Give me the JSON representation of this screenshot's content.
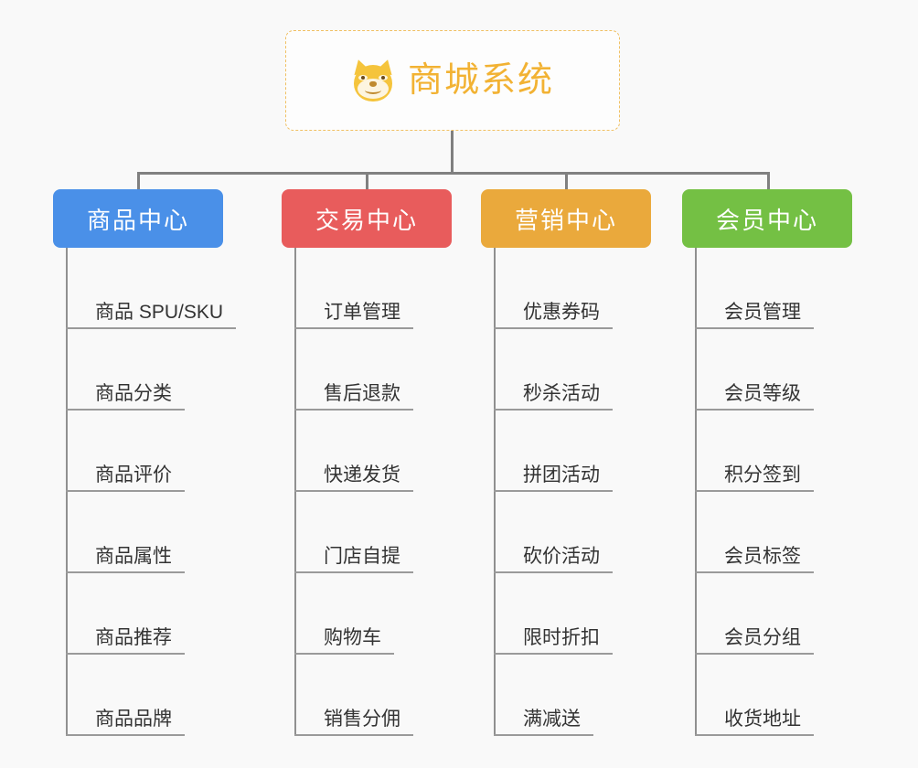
{
  "root": {
    "title": "商城系统",
    "icon": "shiba-dog-icon",
    "border_color": "#f0c063",
    "text_color": "#f2b233"
  },
  "theme": {
    "background": "#f9f9f9",
    "connector_color": "#808080",
    "spine_color": "#909090",
    "leaf_text_color": "#333333",
    "leaf_underline_color": "#9a9a9a"
  },
  "branches": [
    {
      "label": "商品中心",
      "color": "#4a90e8",
      "items": [
        "商品 SPU/SKU",
        "商品分类",
        "商品评价",
        "商品属性",
        "商品推荐",
        "商品品牌"
      ]
    },
    {
      "label": "交易中心",
      "color": "#e85c5c",
      "items": [
        "订单管理",
        "售后退款",
        "快递发货",
        "门店自提",
        "购物车",
        "销售分佣"
      ]
    },
    {
      "label": "营销中心",
      "color": "#eaa93c",
      "items": [
        "优惠券码",
        "秒杀活动",
        "拼团活动",
        "砍价活动",
        "限时折扣",
        "满减送"
      ]
    },
    {
      "label": "会员中心",
      "color": "#74c044",
      "items": [
        "会员管理",
        "会员等级",
        "积分签到",
        "会员标签",
        "会员分组",
        "收货地址"
      ]
    }
  ]
}
